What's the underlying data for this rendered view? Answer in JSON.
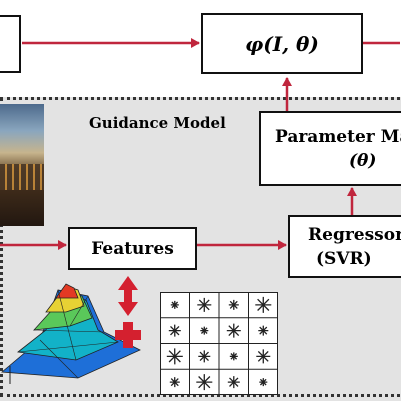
{
  "diagram": {
    "phi_box_label": "φ(I, θ)",
    "guidance_model_label": "Guidance Model",
    "parameter_box_line1": "Parameter Ma",
    "parameter_box_line2": "(θ)",
    "features_label": "Features",
    "regressor_line1": "Regressor",
    "regressor_line2": "(SVR)"
  },
  "colors": {
    "arrow": "#c0263d",
    "box_border": "#111111",
    "panel_fill": "#e3e3e3",
    "plus_sign": "#d4202f"
  },
  "icons": [
    "photo-thumbnail",
    "surface-plot-icon",
    "double-arrow-icon",
    "plus-icon",
    "hog-grid-icon"
  ]
}
